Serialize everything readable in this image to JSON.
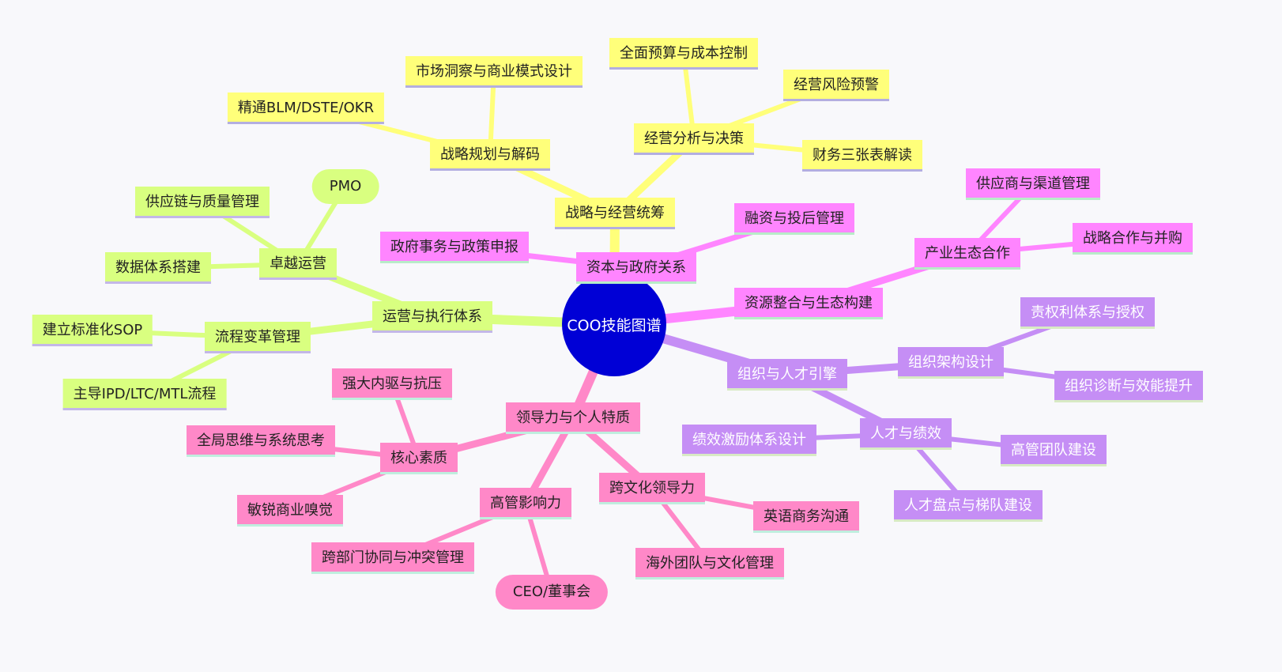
{
  "root": {
    "label": "COO技能图谱"
  },
  "colors": {
    "yellow": "#ffff7a",
    "magenta": "#ff85ff",
    "purple": "#c58ef5",
    "pink": "#ff88c8",
    "green": "#d9ff80",
    "root": "#0000d6"
  },
  "branches": {
    "strategy": {
      "label": "战略与经营统筹",
      "children": {
        "planning": {
          "label": "战略规划与解码",
          "children": {
            "blm": "精通BLM/DSTE/OKR",
            "market": "市场洞察与商业模式设计"
          }
        },
        "analysis": {
          "label": "经营分析与决策",
          "children": {
            "budget": "全面预算与成本控制",
            "risk": "经营风险预警",
            "finance": "财务三张表解读"
          }
        }
      }
    },
    "capital": {
      "label": "资本与政府关系",
      "children": {
        "gov": "政府事务与政策申报",
        "financing": "融资与投后管理"
      }
    },
    "resources": {
      "label": "资源整合与生态构建",
      "children": {
        "ecosystem": {
          "label": "产业生态合作",
          "children": {
            "supplier": "供应商与渠道管理",
            "alliance": "战略合作与并购"
          }
        }
      }
    },
    "organization": {
      "label": "组织与人才引擎",
      "children": {
        "structure": {
          "label": "组织架构设计",
          "children": {
            "rights": "责权利体系与授权",
            "diagnosis": "组织诊断与效能提升"
          }
        },
        "talent": {
          "label": "人才与绩效",
          "children": {
            "incentive": "绩效激励体系设计",
            "team": "高管团队建设",
            "review": "人才盘点与梯队建设"
          }
        }
      }
    },
    "leadership": {
      "label": "领导力与个人特质",
      "children": {
        "core": {
          "label": "核心素质",
          "children": {
            "drive": "强大内驱与抗压",
            "global": "全局思维与系统思考",
            "business": "敏锐商业嗅觉"
          }
        },
        "influence": {
          "label": "高管影响力",
          "children": {
            "collab": "跨部门协同与冲突管理",
            "ceo": "CEO/董事会"
          }
        },
        "cross": {
          "label": "跨文化领导力",
          "children": {
            "english": "英语商务沟通",
            "overseas": "海外团队与文化管理"
          }
        }
      }
    },
    "operations": {
      "label": "运营与执行体系",
      "children": {
        "excellence": {
          "label": "卓越运营",
          "children": {
            "pmo": "PMO",
            "supply": "供应链与质量管理",
            "data": "数据体系搭建"
          }
        },
        "process": {
          "label": "流程变革管理",
          "children": {
            "sop": "建立标准化SOP",
            "ipd": "主导IPD/LTC/MTL流程"
          }
        }
      }
    }
  }
}
